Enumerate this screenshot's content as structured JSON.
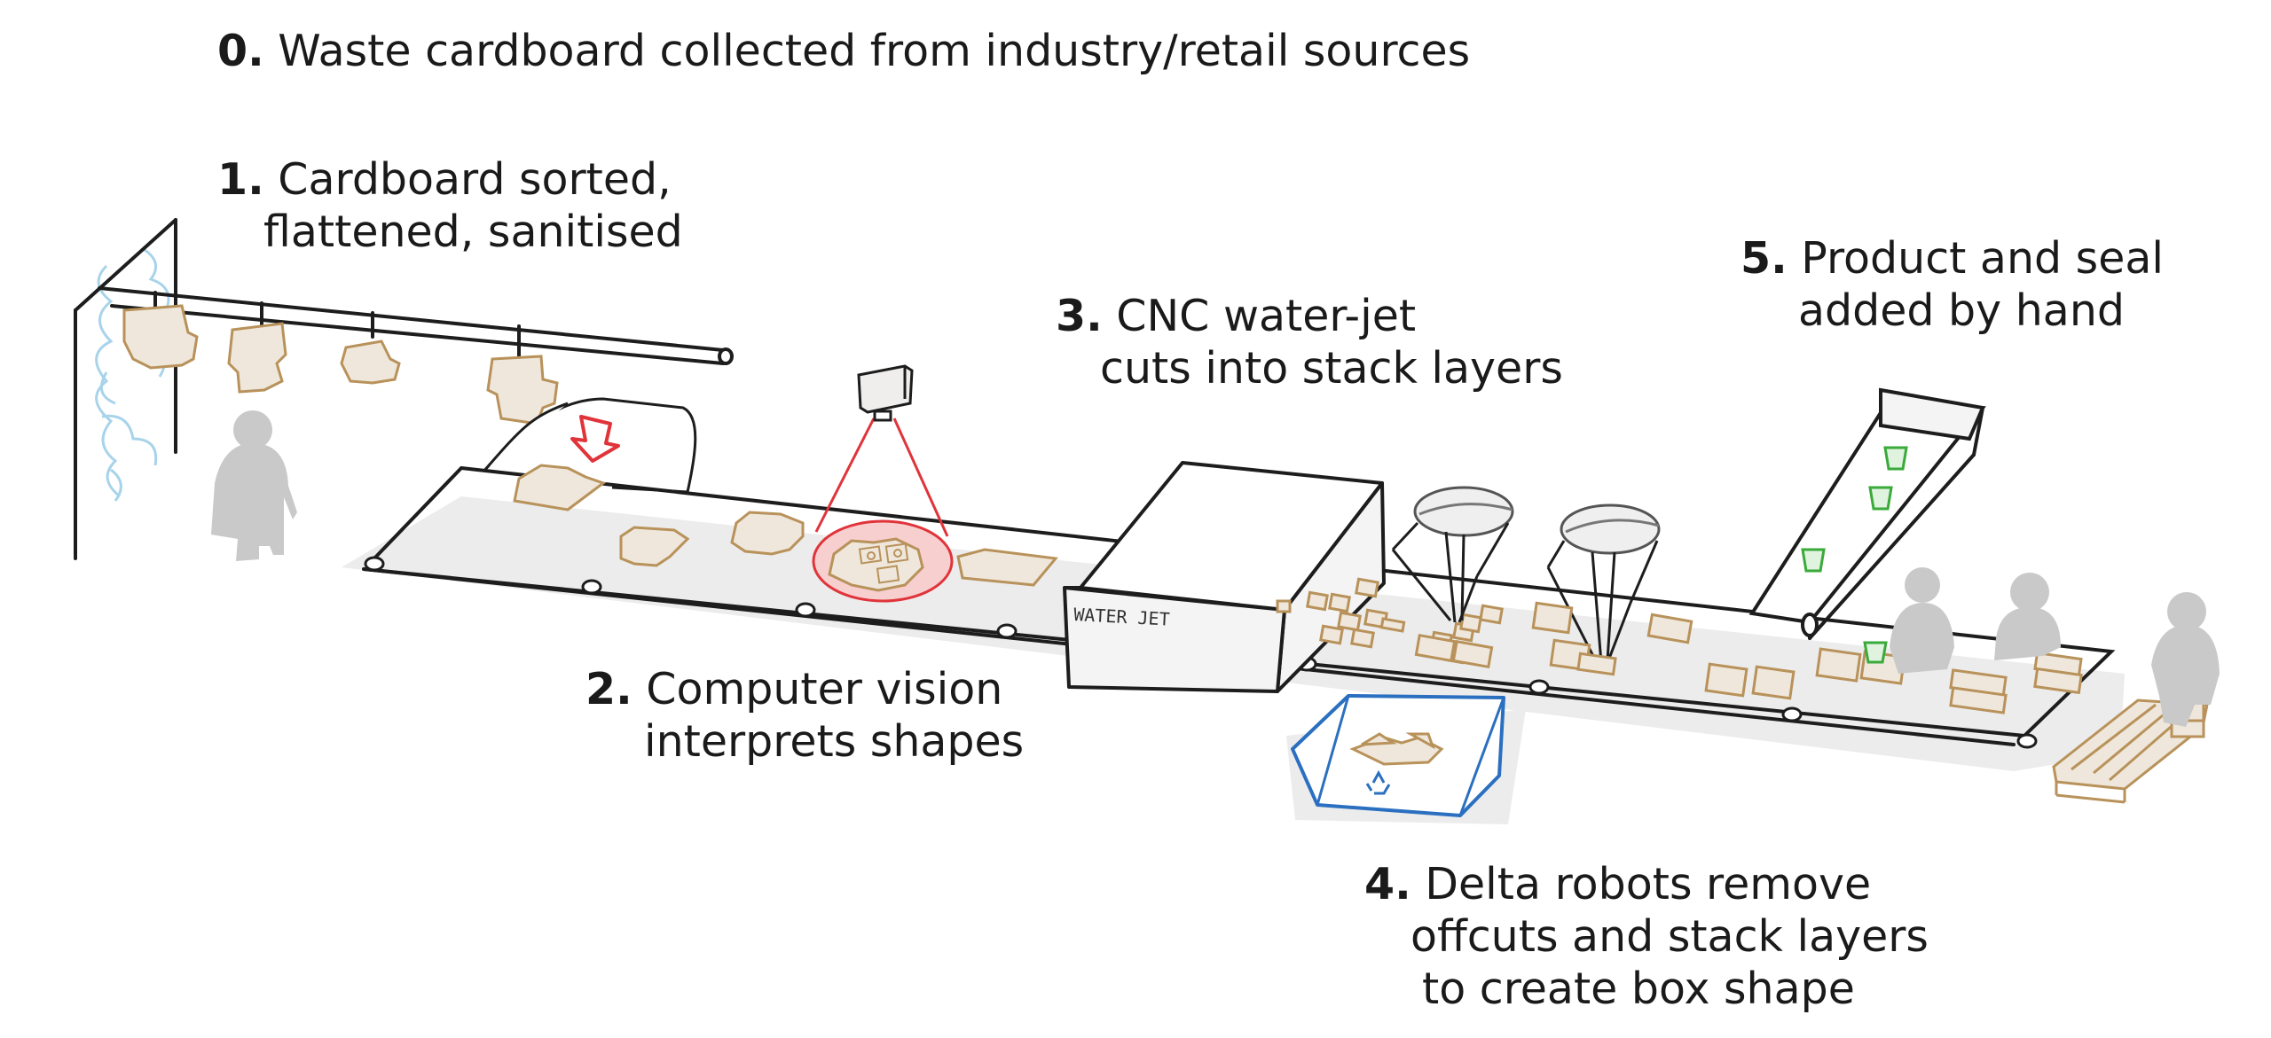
{
  "steps": [
    {
      "num": "0.",
      "lines": [
        "Waste cardboard collected from industry/retail sources"
      ]
    },
    {
      "num": "1.",
      "lines": [
        "Cardboard sorted,",
        "flattened, sanitised"
      ]
    },
    {
      "num": "2.",
      "lines": [
        "Computer vision",
        "interprets shapes"
      ]
    },
    {
      "num": "3.",
      "lines": [
        "CNC water-jet",
        "cuts into stack layers"
      ]
    },
    {
      "num": "4.",
      "lines": [
        "Delta robots remove",
        "offcuts and stack layers",
        "to create box shape"
      ]
    },
    {
      "num": "5.",
      "lines": [
        "Product and seal",
        "added by hand"
      ]
    }
  ],
  "machine": {
    "label": "WATER JET"
  },
  "colors": {
    "cardboard": "#b8925a",
    "cardboard_fill": "#efe7dc",
    "vision": "#e0343a",
    "vision_fill": "#f7cfcf",
    "bin": "#2b6fc0",
    "cup": "#3aaa3a",
    "wall_texture": "#a8d3ea",
    "person": "#c9c9c9",
    "shadow": "#ececec",
    "line": "#1d1d1d"
  },
  "icons": [
    "recycle-icon",
    "camera-icon",
    "arrow-down-icon"
  ]
}
